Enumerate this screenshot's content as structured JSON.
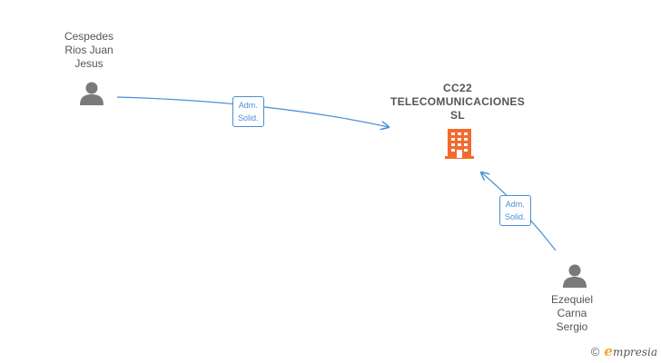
{
  "company": {
    "name": "CC22\nTELECOMUNICACIONES\nSL",
    "icon": "building-icon",
    "color": "#f26a2e"
  },
  "people": [
    {
      "name": "Cespedes\nRios Juan\nJesus",
      "icon": "person-icon"
    },
    {
      "name": "Ezequiel\nCarna\nSergio",
      "icon": "person-icon"
    }
  ],
  "edges": [
    {
      "from": "Cespedes Rios Juan Jesus",
      "to": "CC22 TELECOMUNICACIONES SL",
      "label": "Adm.\nSolid."
    },
    {
      "from": "Ezequiel Carna Sergio",
      "to": "CC22 TELECOMUNICACIONES SL",
      "label": "Adm.\nSolid."
    }
  ],
  "footer": {
    "copyright_symbol": "©",
    "brand_initial": "e",
    "brand_rest": "mpresia"
  },
  "colors": {
    "edge": "#4a8fd6",
    "person": "#7a7a7a",
    "text": "#555555"
  }
}
